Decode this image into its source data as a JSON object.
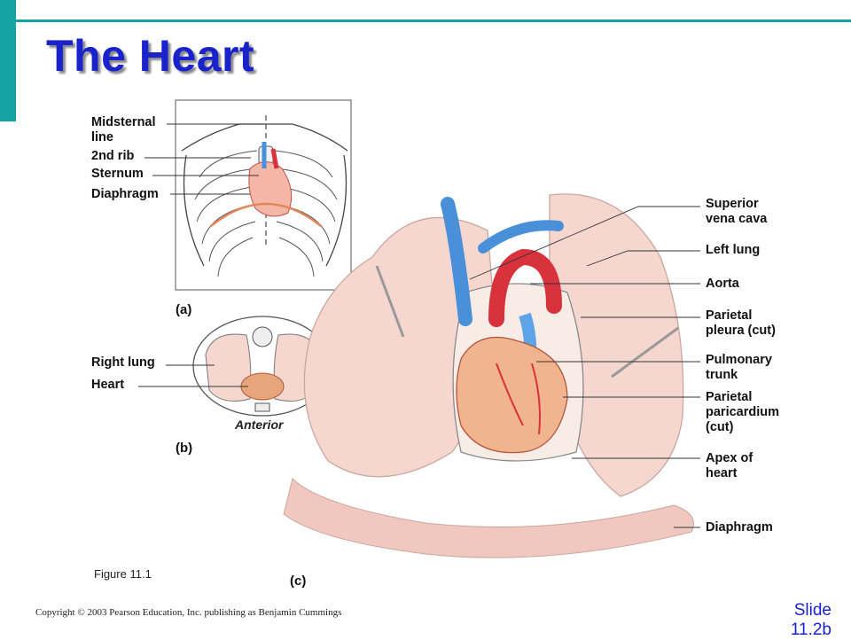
{
  "title": "The Heart",
  "labels": {
    "midsternal": "Midsternal\nline",
    "rib2": "2nd rib",
    "sternum": "Sternum",
    "diaphragm_a": "Diaphragm",
    "right_lung": "Right lung",
    "heart": "Heart",
    "anterior": "Anterior",
    "svc": "Superior\nvena cava",
    "left_lung": "Left lung",
    "aorta": "Aorta",
    "parietal_pleura": "Parietal\npleura (cut)",
    "pulmonary_trunk": "Pulmonary\ntrunk",
    "parietal_pericardium": "Parietal\nparicardium\n(cut)",
    "apex": "Apex of\nheart",
    "diaphragm_c": "Diaphragm"
  },
  "panels": {
    "a": "(a)",
    "b": "(b)",
    "c": "(c)"
  },
  "figure_caption": "Figure 11.1",
  "copyright": "Copyright © 2003 Pearson Education, Inc. publishing as Benjamin Cummings",
  "slide_number": "Slide\n11.2b",
  "colors": {
    "accent": "#14a3a3",
    "title": "#1a22cc",
    "lung": "#f5d7d0",
    "vein": "#4a90d9",
    "artery": "#d8323c"
  }
}
